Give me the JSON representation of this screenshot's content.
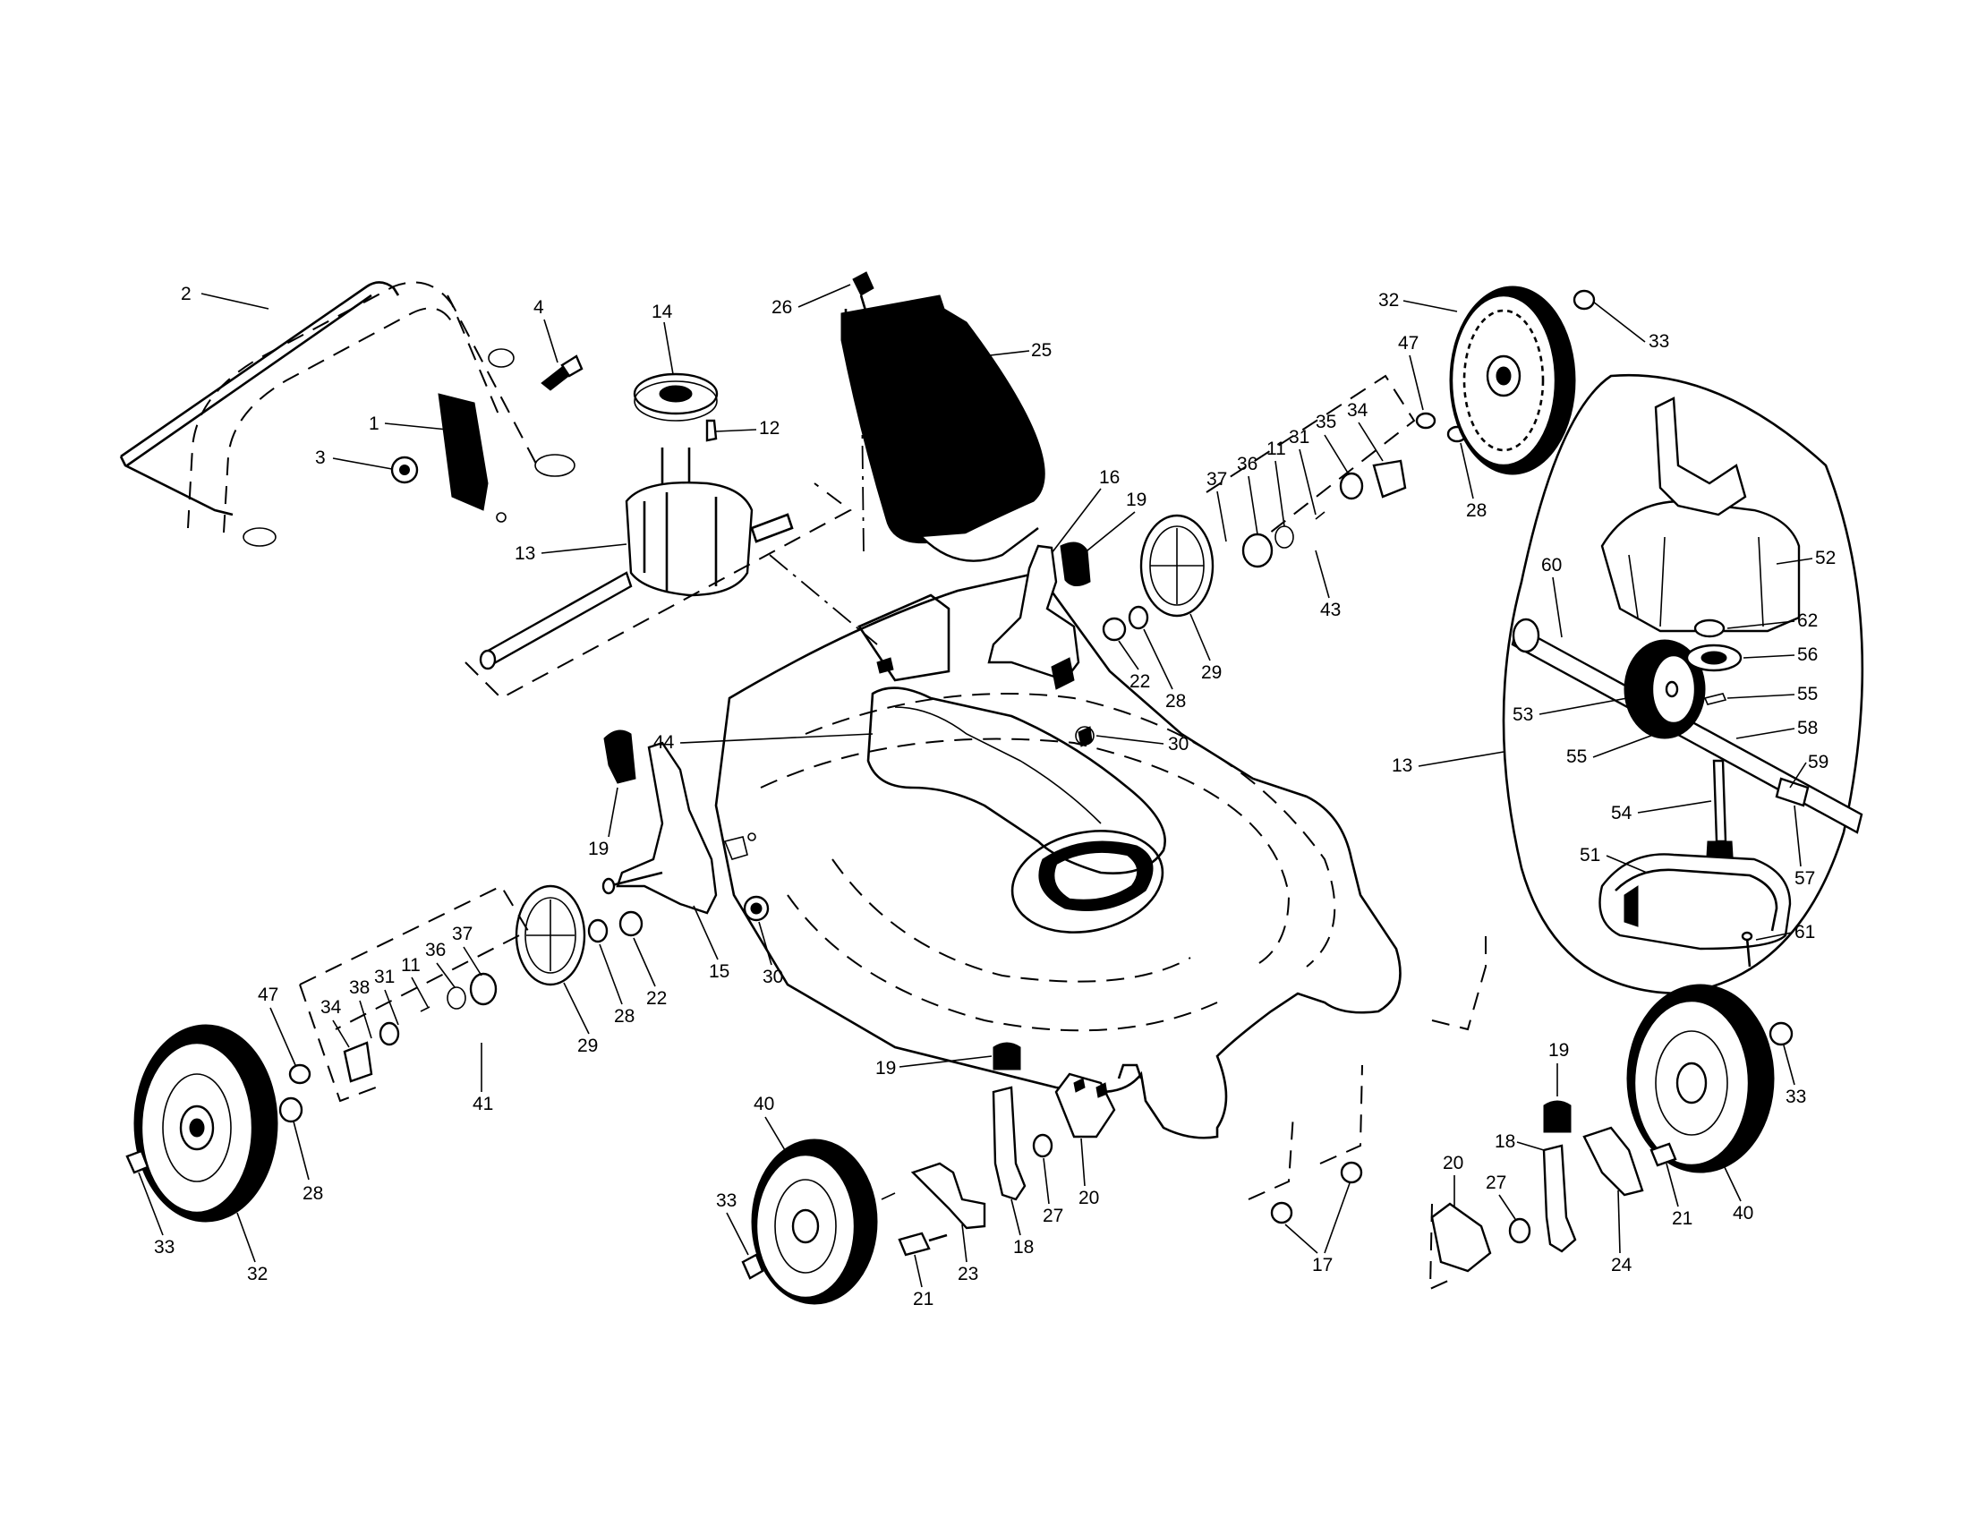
{
  "diagram": {
    "parts": [
      {
        "id": "p2",
        "label": "2"
      },
      {
        "id": "p1",
        "label": "1"
      },
      {
        "id": "p3",
        "label": "3"
      },
      {
        "id": "p4",
        "label": "4"
      },
      {
        "id": "p14",
        "label": "14"
      },
      {
        "id": "p12",
        "label": "12"
      },
      {
        "id": "p13a",
        "label": "13"
      },
      {
        "id": "p26",
        "label": "26"
      },
      {
        "id": "p25",
        "label": "25"
      },
      {
        "id": "p16",
        "label": "16"
      },
      {
        "id": "p19a",
        "label": "19"
      },
      {
        "id": "p22a",
        "label": "22"
      },
      {
        "id": "p28a",
        "label": "28"
      },
      {
        "id": "p29a",
        "label": "29"
      },
      {
        "id": "p30a",
        "label": "30"
      },
      {
        "id": "p44",
        "label": "44"
      },
      {
        "id": "p19b",
        "label": "19"
      },
      {
        "id": "p15",
        "label": "15"
      },
      {
        "id": "p30b",
        "label": "30"
      },
      {
        "id": "p22b",
        "label": "22"
      },
      {
        "id": "p28b",
        "label": "28"
      },
      {
        "id": "p29b",
        "label": "29"
      },
      {
        "id": "p37a",
        "label": "37"
      },
      {
        "id": "p36a",
        "label": "36"
      },
      {
        "id": "p11a",
        "label": "11"
      },
      {
        "id": "p31a",
        "label": "31"
      },
      {
        "id": "p38",
        "label": "38"
      },
      {
        "id": "p34a",
        "label": "34"
      },
      {
        "id": "p47a",
        "label": "47"
      },
      {
        "id": "p41",
        "label": "41"
      },
      {
        "id": "p28c",
        "label": "28"
      },
      {
        "id": "p33a",
        "label": "33"
      },
      {
        "id": "p32a",
        "label": "32"
      },
      {
        "id": "p32b",
        "label": "32"
      },
      {
        "id": "p33b",
        "label": "33"
      },
      {
        "id": "p47b",
        "label": "47"
      },
      {
        "id": "p28d",
        "label": "28"
      },
      {
        "id": "p35",
        "label": "35"
      },
      {
        "id": "p34b",
        "label": "34"
      },
      {
        "id": "p31b",
        "label": "31"
      },
      {
        "id": "p11b",
        "label": "11"
      },
      {
        "id": "p36b",
        "label": "36"
      },
      {
        "id": "p37b",
        "label": "37"
      },
      {
        "id": "p43",
        "label": "43"
      },
      {
        "id": "p52",
        "label": "52"
      },
      {
        "id": "p60",
        "label": "60"
      },
      {
        "id": "p62",
        "label": "62"
      },
      {
        "id": "p56",
        "label": "56"
      },
      {
        "id": "p55a",
        "label": "55"
      },
      {
        "id": "p53",
        "label": "53"
      },
      {
        "id": "p58",
        "label": "58"
      },
      {
        "id": "p55b",
        "label": "55"
      },
      {
        "id": "p59",
        "label": "59"
      },
      {
        "id": "p13b",
        "label": "13"
      },
      {
        "id": "p54",
        "label": "54"
      },
      {
        "id": "p57",
        "label": "57"
      },
      {
        "id": "p51",
        "label": "51"
      },
      {
        "id": "p61",
        "label": "61"
      },
      {
        "id": "p19c",
        "label": "19"
      },
      {
        "id": "p40a",
        "label": "40"
      },
      {
        "id": "p33c",
        "label": "33"
      },
      {
        "id": "p21a",
        "label": "21"
      },
      {
        "id": "p23",
        "label": "23"
      },
      {
        "id": "p18a",
        "label": "18"
      },
      {
        "id": "p27a",
        "label": "27"
      },
      {
        "id": "p20a",
        "label": "20"
      },
      {
        "id": "p17",
        "label": "17"
      },
      {
        "id": "p19d",
        "label": "19"
      },
      {
        "id": "p18b",
        "label": "18"
      },
      {
        "id": "p20b",
        "label": "20"
      },
      {
        "id": "p27b",
        "label": "27"
      },
      {
        "id": "p24",
        "label": "24"
      },
      {
        "id": "p21b",
        "label": "21"
      },
      {
        "id": "p40b",
        "label": "40"
      },
      {
        "id": "p33d",
        "label": "33"
      }
    ]
  }
}
